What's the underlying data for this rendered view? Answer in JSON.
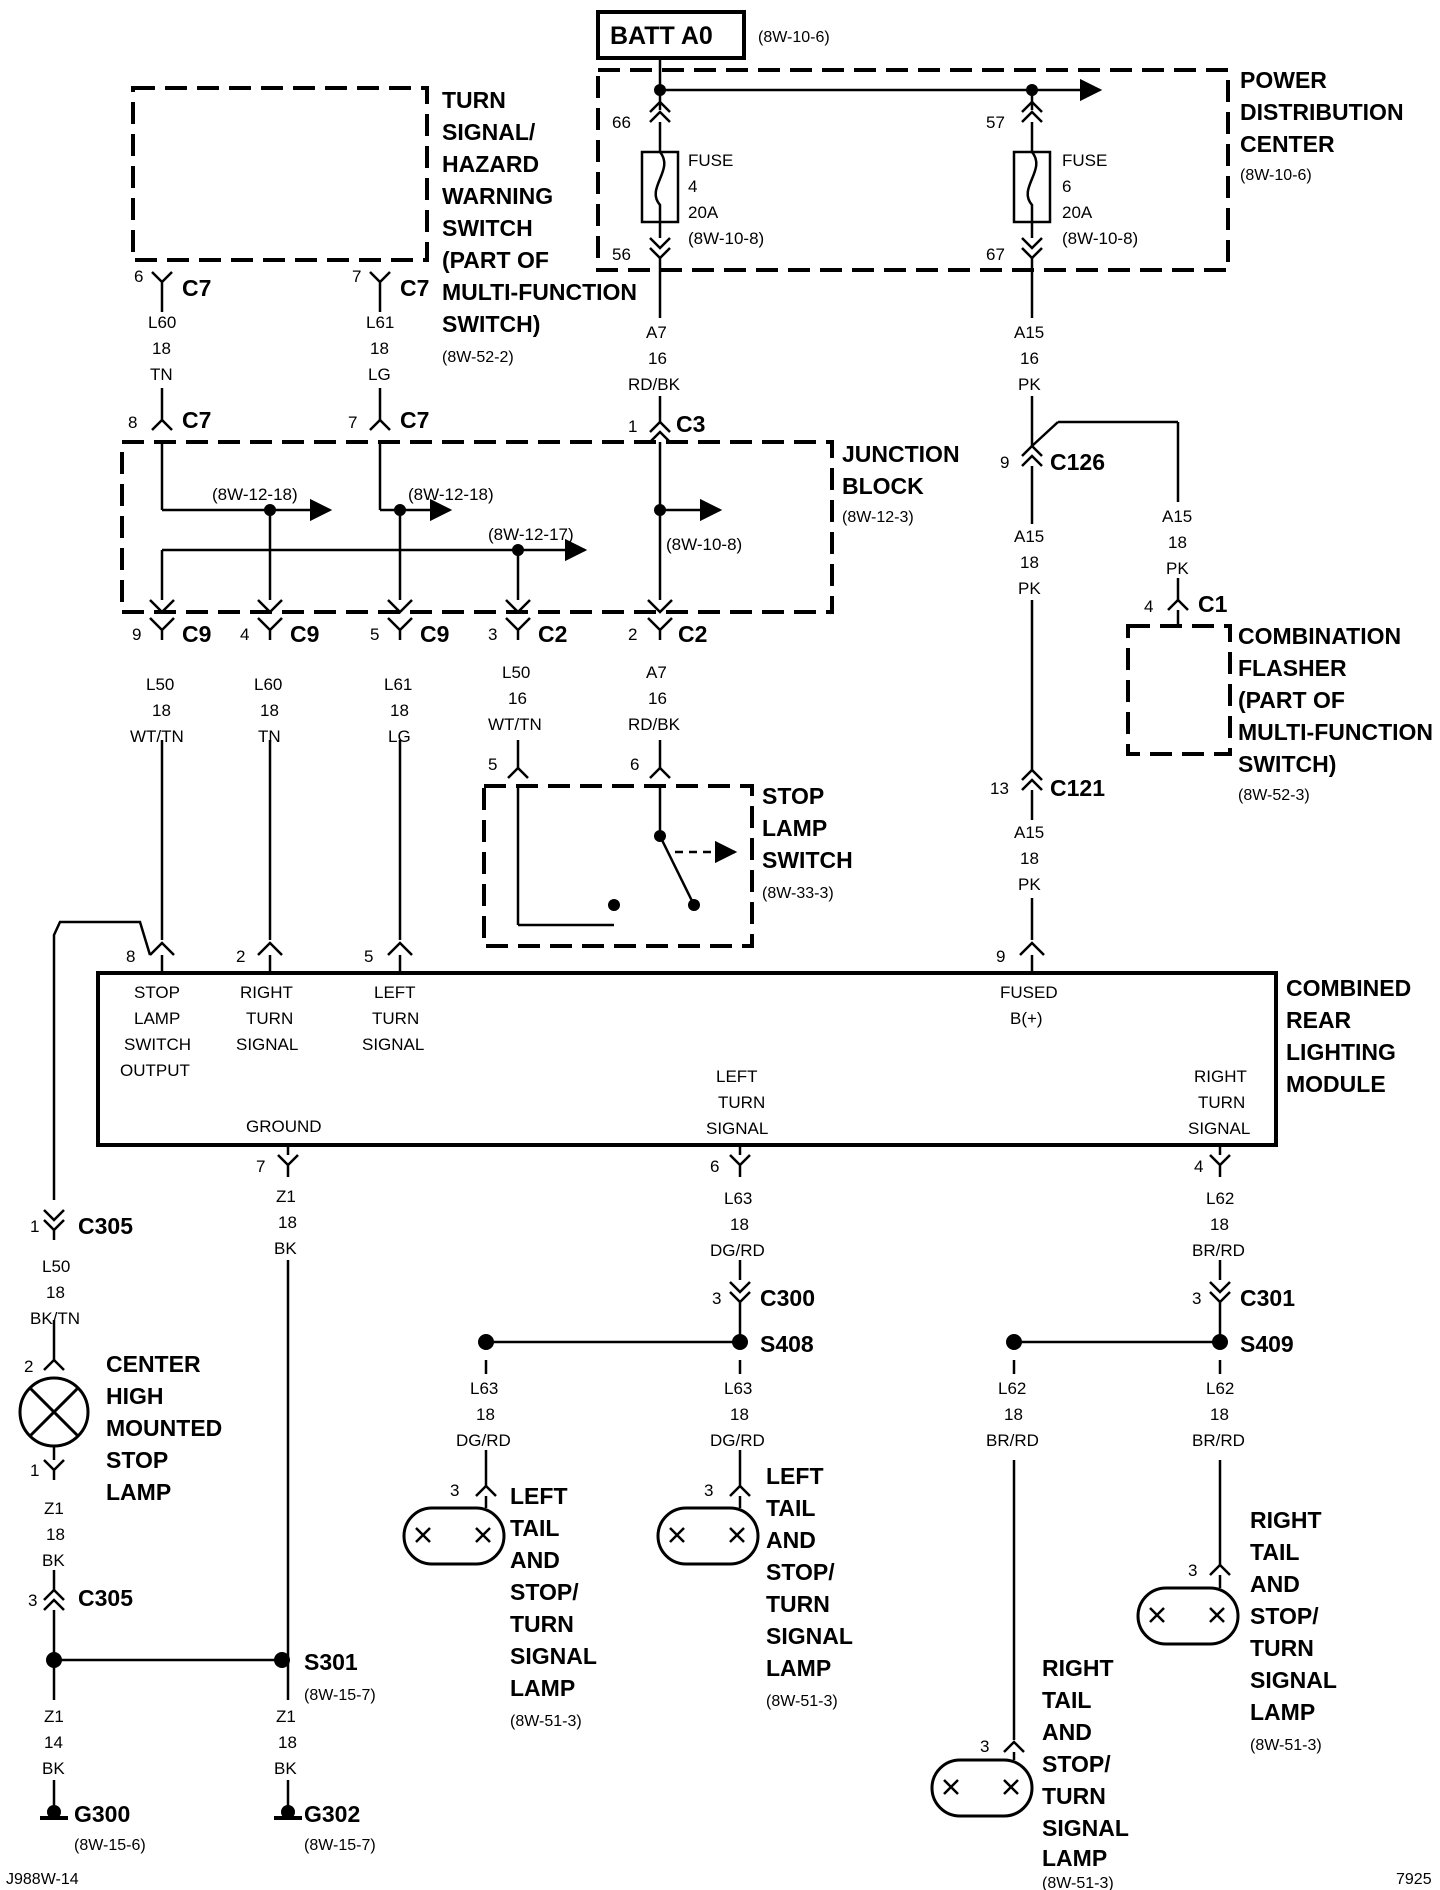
{
  "batt": {
    "label": "BATT A0",
    "ref": "(8W-10-6)"
  },
  "pdc": {
    "l1": "POWER",
    "l2": "DISTRIBUTION",
    "l3": "CENTER",
    "ref": "(8W-10-6)"
  },
  "fuse4": {
    "pin_top": "66",
    "pin_bot": "56",
    "l1": "FUSE",
    "l2": "4",
    "l3": "20A",
    "ref": "(8W-10-8)"
  },
  "fuse6": {
    "pin_top": "57",
    "pin_bot": "67",
    "l1": "FUSE",
    "l2": "6",
    "l3": "20A",
    "ref": "(8W-10-8)"
  },
  "turn_switch": {
    "l1": "TURN",
    "l2": "SIGNAL/",
    "l3": "HAZARD",
    "l4": "WARNING",
    "l5": "SWITCH",
    "l6": "(PART OF",
    "l7": "MULTI-FUNCTION",
    "l8": "SWITCH)",
    "ref": "(8W-52-2)"
  },
  "junction": {
    "l1": "JUNCTION",
    "l2": "BLOCK",
    "ref": "(8W-12-3)",
    "ref_a": "(8W-12-18)",
    "ref_b": "(8W-12-18)",
    "ref_c": "(8W-12-17)",
    "ref_d": "(8W-10-8)"
  },
  "flasher": {
    "l1": "COMBINATION",
    "l2": "FLASHER",
    "l3": "(PART OF",
    "l4": "MULTI-FUNCTION",
    "l5": "SWITCH)",
    "ref": "(8W-52-3)"
  },
  "stop_switch": {
    "l1": "STOP",
    "l2": "LAMP",
    "l3": "SWITCH",
    "ref": "(8W-33-3)"
  },
  "module": {
    "l1": "COMBINED",
    "l2": "REAR",
    "l3": "LIGHTING",
    "l4": "MODULE",
    "p8": [
      "STOP",
      "LAMP",
      "SWITCH",
      "OUTPUT"
    ],
    "p2": [
      "RIGHT",
      "TURN",
      "SIGNAL"
    ],
    "p5": [
      "LEFT",
      "TURN",
      "SIGNAL"
    ],
    "p9": [
      "FUSED",
      "B(+)"
    ],
    "p7": "GROUND",
    "p6": [
      "LEFT",
      "TURN",
      "SIGNAL"
    ],
    "p4": [
      "RIGHT",
      "TURN",
      "SIGNAL"
    ]
  },
  "connectors": {
    "c7a": {
      "pin": "6",
      "name": "C7"
    },
    "c7b": {
      "pin": "7",
      "name": "C7"
    },
    "c7c": {
      "pin": "8",
      "name": "C7"
    },
    "c7d": {
      "pin": "7",
      "name": "C7"
    },
    "c3": {
      "pin": "1",
      "name": "C3"
    },
    "c126": {
      "pin": "9",
      "name": "C126"
    },
    "c1": {
      "pin": "4",
      "name": "C1"
    },
    "c9a": {
      "pin": "9",
      "name": "C9"
    },
    "c9b": {
      "pin": "4",
      "name": "C9"
    },
    "c9c": {
      "pin": "5",
      "name": "C9"
    },
    "c2a": {
      "pin": "3",
      "name": "C2"
    },
    "c2b": {
      "pin": "2",
      "name": "C2"
    },
    "c121": {
      "pin": "13",
      "name": "C121"
    },
    "sw5": {
      "pin": "5"
    },
    "sw6": {
      "pin": "6"
    },
    "m8": {
      "pin": "8"
    },
    "m2": {
      "pin": "2"
    },
    "m5": {
      "pin": "5"
    },
    "m9": {
      "pin": "9"
    },
    "m7": {
      "pin": "7"
    },
    "m6": {
      "pin": "6"
    },
    "m4": {
      "pin": "4"
    },
    "c305a": {
      "pin": "1",
      "name": "C305"
    },
    "c305b": {
      "pin": "3",
      "name": "C305"
    },
    "c300": {
      "pin": "3",
      "name": "C300"
    },
    "c301": {
      "pin": "3",
      "name": "C301"
    },
    "chm2": {
      "pin": "2"
    },
    "chm1": {
      "pin": "1"
    },
    "ll3a": {
      "pin": "3"
    },
    "ll3b": {
      "pin": "3"
    },
    "rl3a": {
      "pin": "3"
    },
    "rl3b": {
      "pin": "3"
    }
  },
  "wires": {
    "l60a": [
      "L60",
      "18",
      "TN"
    ],
    "l61a": [
      "L61",
      "18",
      "LG"
    ],
    "a7a": [
      "A7",
      "16",
      "RD/BK"
    ],
    "a15a": [
      "A15",
      "16",
      "PK"
    ],
    "a15b": [
      "A15",
      "18",
      "PK"
    ],
    "a15c": [
      "A15",
      "18",
      "PK"
    ],
    "l50a": [
      "L50",
      "18",
      "WT/TN"
    ],
    "l60b": [
      "L60",
      "18",
      "TN"
    ],
    "l61b": [
      "L61",
      "18",
      "LG"
    ],
    "l50b": [
      "L50",
      "16",
      "WT/TN"
    ],
    "a7b": [
      "A7",
      "16",
      "RD/BK"
    ],
    "a15d": [
      "A15",
      "18",
      "PK"
    ],
    "z1a": [
      "Z1",
      "18",
      "BK"
    ],
    "l63a": [
      "L63",
      "18",
      "DG/RD"
    ],
    "l62a": [
      "L62",
      "18",
      "BR/RD"
    ],
    "l50c": [
      "L50",
      "18",
      "BK/TN"
    ],
    "z1b": [
      "Z1",
      "18",
      "BK"
    ],
    "l63b": [
      "L63",
      "18",
      "DG/RD"
    ],
    "l63c": [
      "L63",
      "18",
      "DG/RD"
    ],
    "l62b": [
      "L62",
      "18",
      "BR/RD"
    ],
    "l62c": [
      "L62",
      "18",
      "BR/RD"
    ],
    "z1c": [
      "Z1",
      "14",
      "BK"
    ],
    "z1d": [
      "Z1",
      "18",
      "BK"
    ]
  },
  "chmsl": {
    "l1": "CENTER",
    "l2": "HIGH",
    "l3": "MOUNTED",
    "l4": "STOP",
    "l5": "LAMP"
  },
  "splices": {
    "s408": "S408",
    "s409": "S409",
    "s301": {
      "name": "S301",
      "ref": "(8W-15-7)"
    }
  },
  "grounds": {
    "g300": {
      "name": "G300",
      "ref": "(8W-15-6)"
    },
    "g302": {
      "name": "G302",
      "ref": "(8W-15-7)"
    }
  },
  "lamp_ll_a": {
    "l1": "LEFT",
    "l2": "TAIL",
    "l3": "AND",
    "l4": "STOP/",
    "l5": "TURN",
    "l6": "SIGNAL",
    "l7": "LAMP",
    "ref": "(8W-51-3)"
  },
  "lamp_ll_b": {
    "l1": "LEFT",
    "l2": "TAIL",
    "l3": "AND",
    "l4": "STOP/",
    "l5": "TURN",
    "l6": "SIGNAL",
    "l7": "LAMP",
    "ref": "(8W-51-3)"
  },
  "lamp_rl_a": {
    "l1": "RIGHT",
    "l2": "TAIL",
    "l3": "AND",
    "l4": "STOP/",
    "l5": "TURN",
    "l6": "SIGNAL",
    "l7": "LAMP",
    "ref": "(8W-51-3)"
  },
  "lamp_rl_b": {
    "l1": "RIGHT",
    "l2": "TAIL",
    "l3": "AND",
    "l4": "STOP/",
    "l5": "TURN",
    "l6": "SIGNAL",
    "l7": "LAMP",
    "ref": "(8W-51-3)"
  },
  "footer": {
    "left": "J988W-14",
    "right": "7925"
  }
}
